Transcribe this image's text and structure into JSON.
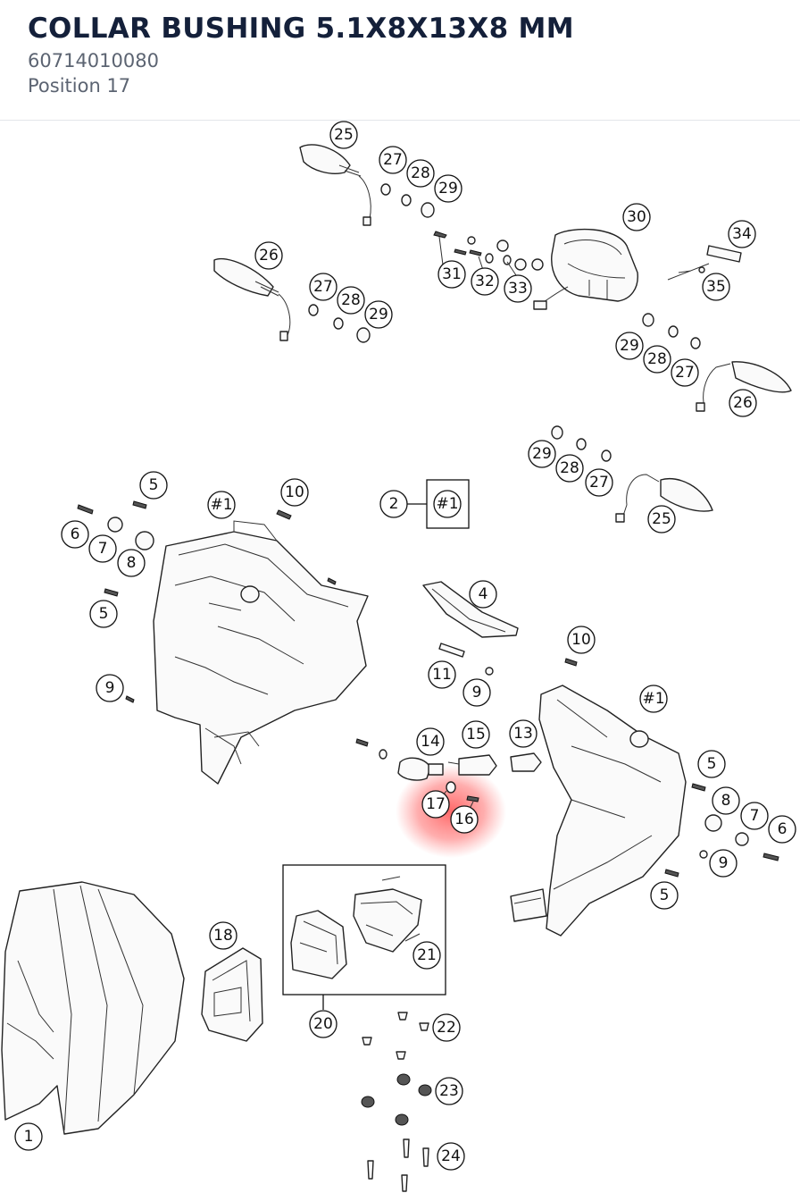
{
  "header": {
    "title": "COLLAR BUSHING 5.1X8X13X8 MM",
    "part_number": "60714010080",
    "position": "Position 17"
  },
  "diagram": {
    "highlight_color": "#ff5a5a",
    "callouts": [
      {
        "label": "25"
      },
      {
        "label": "27"
      },
      {
        "label": "28"
      },
      {
        "label": "29"
      },
      {
        "label": "30"
      },
      {
        "label": "34"
      },
      {
        "label": "26"
      },
      {
        "label": "27"
      },
      {
        "label": "28"
      },
      {
        "label": "29"
      },
      {
        "label": "31"
      },
      {
        "label": "32"
      },
      {
        "label": "33"
      },
      {
        "label": "35"
      },
      {
        "label": "29"
      },
      {
        "label": "28"
      },
      {
        "label": "27"
      },
      {
        "label": "26"
      },
      {
        "label": "29"
      },
      {
        "label": "28"
      },
      {
        "label": "27"
      },
      {
        "label": "25"
      },
      {
        "label": "5"
      },
      {
        "label": "#1"
      },
      {
        "label": "10"
      },
      {
        "label": "2"
      },
      {
        "label": "#1"
      },
      {
        "label": "6"
      },
      {
        "label": "7"
      },
      {
        "label": "8"
      },
      {
        "label": "5"
      },
      {
        "label": "4"
      },
      {
        "label": "10"
      },
      {
        "label": "11"
      },
      {
        "label": "9"
      },
      {
        "label": "9"
      },
      {
        "label": "#1"
      },
      {
        "label": "14"
      },
      {
        "label": "15"
      },
      {
        "label": "13"
      },
      {
        "label": "17"
      },
      {
        "label": "16"
      },
      {
        "label": "5"
      },
      {
        "label": "8"
      },
      {
        "label": "7"
      },
      {
        "label": "6"
      },
      {
        "label": "9"
      },
      {
        "label": "5"
      },
      {
        "label": "18"
      },
      {
        "label": "21"
      },
      {
        "label": "20"
      },
      {
        "label": "22"
      },
      {
        "label": "23"
      },
      {
        "label": "1"
      },
      {
        "label": "24"
      }
    ]
  }
}
